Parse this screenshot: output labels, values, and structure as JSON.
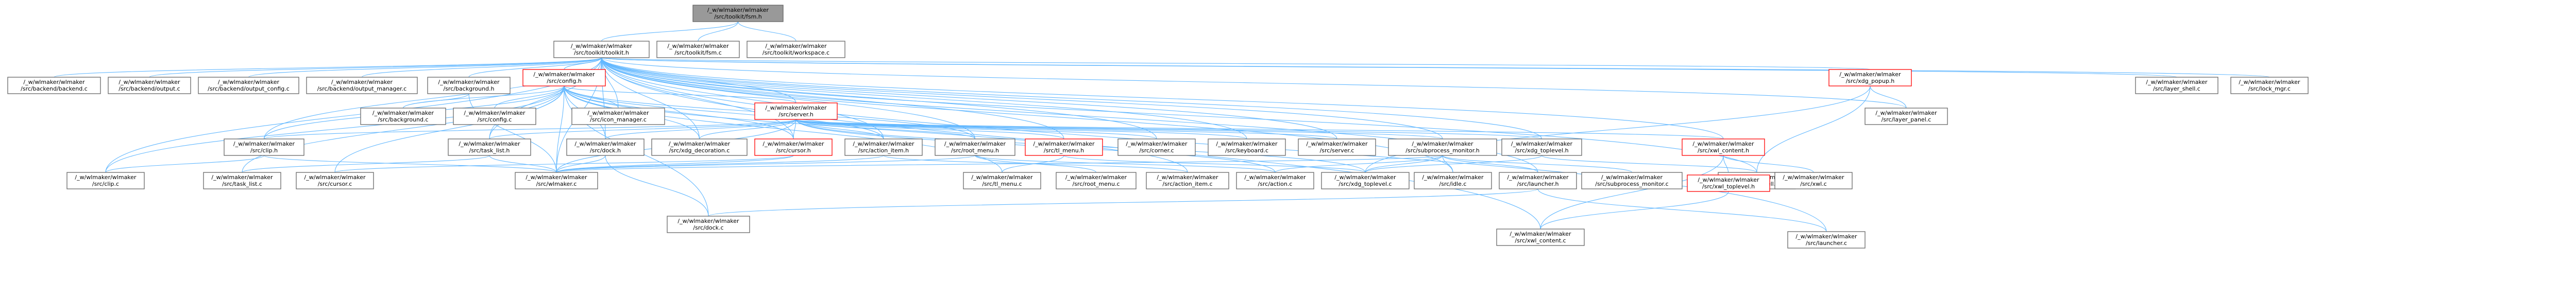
{
  "colors": {
    "root_fill": "#999999",
    "node_fill": "#ffffff",
    "node_border": "#666666",
    "missing_border": "#ff0000",
    "edge": "#63b8ff"
  },
  "nodes": [
    {
      "id": "n0",
      "line1": "/_w/wlmaker/wlmaker",
      "line2": "/src/toolkit/fsm.h",
      "kind": "root"
    },
    {
      "id": "n1",
      "line1": "/_w/wlmaker/wlmaker",
      "line2": "/src/toolkit/toolkit.h",
      "kind": "normal"
    },
    {
      "id": "n2",
      "line1": "/_w/wlmaker/wlmaker",
      "line2": "/src/toolkit/fsm.c",
      "kind": "normal"
    },
    {
      "id": "n3",
      "line1": "/_w/wlmaker/wlmaker",
      "line2": "/src/toolkit/workspace.c",
      "kind": "normal"
    },
    {
      "id": "n4",
      "line1": "/_w/wlmaker/wlmaker",
      "line2": "/src/backend/backend.c",
      "kind": "normal"
    },
    {
      "id": "n5",
      "line1": "/_w/wlmaker/wlmaker",
      "line2": "/src/backend/output.c",
      "kind": "normal"
    },
    {
      "id": "n6",
      "line1": "/_w/wlmaker/wlmaker",
      "line2": "/src/backend/output_config.c",
      "kind": "normal"
    },
    {
      "id": "n7",
      "line1": "/_w/wlmaker/wlmaker",
      "line2": "/src/backend/output_manager.c",
      "kind": "normal"
    },
    {
      "id": "n8",
      "line1": "/_w/wlmaker/wlmaker",
      "line2": "/src/background.h",
      "kind": "normal"
    },
    {
      "id": "n9",
      "line1": "/_w/wlmaker/wlmaker",
      "line2": "/src/config.h",
      "kind": "missing"
    },
    {
      "id": "n10",
      "line1": "/_w/wlmaker/wlmaker",
      "line2": "/src/xdg_popup.h",
      "kind": "missing"
    },
    {
      "id": "n11",
      "line1": "/_w/wlmaker/wlmaker",
      "line2": "/src/layer_shell.c",
      "kind": "normal"
    },
    {
      "id": "n12",
      "line1": "/_w/wlmaker/wlmaker",
      "line2": "/src/lock_mgr.c",
      "kind": "normal"
    },
    {
      "id": "n13",
      "line1": "/_w/wlmaker/wlmaker",
      "line2": "/src/background.c",
      "kind": "normal"
    },
    {
      "id": "n14",
      "line1": "/_w/wlmaker/wlmaker",
      "line2": "/src/config.c",
      "kind": "normal"
    },
    {
      "id": "n15",
      "line1": "/_w/wlmaker/wlmaker",
      "line2": "/src/icon_manager.c",
      "kind": "normal"
    },
    {
      "id": "n16",
      "line1": "/_w/wlmaker/wlmaker",
      "line2": "/src/server.h",
      "kind": "missing"
    },
    {
      "id": "n17",
      "line1": "/_w/wlmaker/wlmaker",
      "line2": "/src/layer_panel.c",
      "kind": "normal"
    },
    {
      "id": "n18",
      "line1": "/_w/wlmaker/wlmaker",
      "line2": "/src/clip.h",
      "kind": "normal"
    },
    {
      "id": "n19",
      "line1": "/_w/wlmaker/wlmaker",
      "line2": "/src/task_list.h",
      "kind": "normal"
    },
    {
      "id": "n20",
      "line1": "/_w/wlmaker/wlmaker",
      "line2": "/src/dock.h",
      "kind": "normal"
    },
    {
      "id": "n21",
      "line1": "/_w/wlmaker/wlmaker",
      "line2": "/src/xdg_decoration.c",
      "kind": "normal"
    },
    {
      "id": "n22",
      "line1": "/_w/wlmaker/wlmaker",
      "line2": "/src/cursor.h",
      "kind": "missing"
    },
    {
      "id": "n23",
      "line1": "/_w/wlmaker/wlmaker",
      "line2": "/src/action_item.h",
      "kind": "normal"
    },
    {
      "id": "n24",
      "line1": "/_w/wlmaker/wlmaker",
      "line2": "/src/root_menu.h",
      "kind": "normal"
    },
    {
      "id": "n25",
      "line1": "/_w/wlmaker/wlmaker",
      "line2": "/src/tl_menu.h",
      "kind": "missing"
    },
    {
      "id": "n26",
      "line1": "/_w/wlmaker/wlmaker",
      "line2": "/src/corner.c",
      "kind": "normal"
    },
    {
      "id": "n27",
      "line1": "/_w/wlmaker/wlmaker",
      "line2": "/src/keyboard.c",
      "kind": "normal"
    },
    {
      "id": "n28",
      "line1": "/_w/wlmaker/wlmaker",
      "line2": "/src/server.c",
      "kind": "normal"
    },
    {
      "id": "n29",
      "line1": "/_w/wlmaker/wlmaker",
      "line2": "/src/subprocess_monitor.h",
      "kind": "normal"
    },
    {
      "id": "n30",
      "line1": "/_w/wlmaker/wlmaker",
      "line2": "/src/xdg_toplevel.h",
      "kind": "normal"
    },
    {
      "id": "n31",
      "line1": "/_w/wlmaker/wlmaker",
      "line2": "/src/xwl_content.h",
      "kind": "missing"
    },
    {
      "id": "n32",
      "line1": "/_w/wlmaker/wlmaker",
      "line2": "/src/xdg_shell.c",
      "kind": "normal"
    },
    {
      "id": "n33",
      "line1": "/_w/wlmaker/wlmaker",
      "line2": "/src/clip.c",
      "kind": "normal"
    },
    {
      "id": "n34",
      "line1": "/_w/wlmaker/wlmaker",
      "line2": "/src/task_list.c",
      "kind": "normal"
    },
    {
      "id": "n35",
      "line1": "/_w/wlmaker/wlmaker",
      "line2": "/src/cursor.c",
      "kind": "normal"
    },
    {
      "id": "n36",
      "line1": "/_w/wlmaker/wlmaker",
      "line2": "/src/wlmaker.c",
      "kind": "normal"
    },
    {
      "id": "n37",
      "line1": "/_w/wlmaker/wlmaker",
      "line2": "/src/tl_menu.c",
      "kind": "normal"
    },
    {
      "id": "n38",
      "line1": "/_w/wlmaker/wlmaker",
      "line2": "/src/root_menu.c",
      "kind": "normal"
    },
    {
      "id": "n39",
      "line1": "/_w/wlmaker/wlmaker",
      "line2": "/src/action_item.c",
      "kind": "normal"
    },
    {
      "id": "n40",
      "line1": "/_w/wlmaker/wlmaker",
      "line2": "/src/action.c",
      "kind": "normal"
    },
    {
      "id": "n41",
      "line1": "/_w/wlmaker/wlmaker",
      "line2": "/src/xdg_toplevel.c",
      "kind": "normal"
    },
    {
      "id": "n42",
      "line1": "/_w/wlmaker/wlmaker",
      "line2": "/src/idle.c",
      "kind": "normal"
    },
    {
      "id": "n43",
      "line1": "/_w/wlmaker/wlmaker",
      "line2": "/src/launcher.h",
      "kind": "normal"
    },
    {
      "id": "n44",
      "line1": "/_w/wlmaker/wlmaker",
      "line2": "/src/subprocess_monitor.c",
      "kind": "normal"
    },
    {
      "id": "n45",
      "line1": "/_w/wlmaker/wlmaker",
      "line2": "/src/xwl_toplevel.h",
      "kind": "missing"
    },
    {
      "id": "n46",
      "line1": "/_w/wlmaker/wlmaker",
      "line2": "/src/xwl.c",
      "kind": "normal"
    },
    {
      "id": "n47",
      "line1": "/_w/wlmaker/wlmaker",
      "line2": "/src/dock.c",
      "kind": "normal"
    },
    {
      "id": "n48",
      "line1": "/_w/wlmaker/wlmaker",
      "line2": "/src/xwl_content.c",
      "kind": "normal"
    },
    {
      "id": "n49",
      "line1": "/_w/wlmaker/wlmaker",
      "line2": "/src/launcher.c",
      "kind": "normal"
    }
  ],
  "edges": [
    [
      "n0",
      "n1"
    ],
    [
      "n0",
      "n2"
    ],
    [
      "n0",
      "n3"
    ],
    [
      "n1",
      "n4"
    ],
    [
      "n1",
      "n5"
    ],
    [
      "n1",
      "n6"
    ],
    [
      "n1",
      "n7"
    ],
    [
      "n1",
      "n8"
    ],
    [
      "n1",
      "n9"
    ],
    [
      "n1",
      "n10"
    ],
    [
      "n1",
      "n11"
    ],
    [
      "n1",
      "n12"
    ],
    [
      "n1",
      "n15"
    ],
    [
      "n1",
      "n16"
    ],
    [
      "n1",
      "n17"
    ],
    [
      "n1",
      "n18"
    ],
    [
      "n1",
      "n19"
    ],
    [
      "n1",
      "n20"
    ],
    [
      "n1",
      "n21"
    ],
    [
      "n1",
      "n22"
    ],
    [
      "n1",
      "n23"
    ],
    [
      "n1",
      "n24"
    ],
    [
      "n1",
      "n25"
    ],
    [
      "n1",
      "n26"
    ],
    [
      "n1",
      "n27"
    ],
    [
      "n1",
      "n28"
    ],
    [
      "n1",
      "n29"
    ],
    [
      "n1",
      "n30"
    ],
    [
      "n1",
      "n31"
    ],
    [
      "n1",
      "n32"
    ],
    [
      "n1",
      "n33"
    ],
    [
      "n1",
      "n36"
    ],
    [
      "n1",
      "n42"
    ],
    [
      "n1",
      "n43"
    ],
    [
      "n1",
      "n48"
    ],
    [
      "n1",
      "n49"
    ],
    [
      "n8",
      "n13"
    ],
    [
      "n8",
      "n36"
    ],
    [
      "n9",
      "n13"
    ],
    [
      "n9",
      "n14"
    ],
    [
      "n9",
      "n15"
    ],
    [
      "n9",
      "n16"
    ],
    [
      "n9",
      "n18"
    ],
    [
      "n9",
      "n19"
    ],
    [
      "n9",
      "n20"
    ],
    [
      "n9",
      "n21"
    ],
    [
      "n9",
      "n22"
    ],
    [
      "n9",
      "n23"
    ],
    [
      "n9",
      "n24"
    ],
    [
      "n9",
      "n33"
    ],
    [
      "n9",
      "n34"
    ],
    [
      "n9",
      "n35"
    ],
    [
      "n9",
      "n36"
    ],
    [
      "n9",
      "n37"
    ],
    [
      "n9",
      "n39"
    ],
    [
      "n9",
      "n47"
    ],
    [
      "n10",
      "n17"
    ],
    [
      "n10",
      "n32"
    ],
    [
      "n10",
      "n41"
    ],
    [
      "n16",
      "n18"
    ],
    [
      "n16",
      "n19"
    ],
    [
      "n16",
      "n20"
    ],
    [
      "n16",
      "n21"
    ],
    [
      "n16",
      "n22"
    ],
    [
      "n16",
      "n23"
    ],
    [
      "n16",
      "n24"
    ],
    [
      "n16",
      "n25"
    ],
    [
      "n16",
      "n26"
    ],
    [
      "n16",
      "n27"
    ],
    [
      "n16",
      "n28"
    ],
    [
      "n16",
      "n29"
    ],
    [
      "n16",
      "n30"
    ],
    [
      "n16",
      "n31"
    ],
    [
      "n16",
      "n36"
    ],
    [
      "n16",
      "n40"
    ],
    [
      "n16",
      "n41"
    ],
    [
      "n18",
      "n33"
    ],
    [
      "n18",
      "n36"
    ],
    [
      "n19",
      "n34"
    ],
    [
      "n19",
      "n36"
    ],
    [
      "n20",
      "n36"
    ],
    [
      "n20",
      "n47"
    ],
    [
      "n22",
      "n35"
    ],
    [
      "n22",
      "n36"
    ],
    [
      "n23",
      "n39"
    ],
    [
      "n23",
      "n36"
    ],
    [
      "n24",
      "n38"
    ],
    [
      "n24",
      "n40"
    ],
    [
      "n24",
      "n36"
    ],
    [
      "n25",
      "n37"
    ],
    [
      "n25",
      "n41"
    ],
    [
      "n29",
      "n41"
    ],
    [
      "n29",
      "n43"
    ],
    [
      "n29",
      "n44"
    ],
    [
      "n29",
      "n36"
    ],
    [
      "n29",
      "n42"
    ],
    [
      "n29",
      "n40"
    ],
    [
      "n30",
      "n41"
    ],
    [
      "n30",
      "n32"
    ],
    [
      "n31",
      "n45"
    ],
    [
      "n31",
      "n46"
    ],
    [
      "n31",
      "n48"
    ],
    [
      "n43",
      "n47"
    ],
    [
      "n43",
      "n49"
    ],
    [
      "n45",
      "n48"
    ]
  ]
}
